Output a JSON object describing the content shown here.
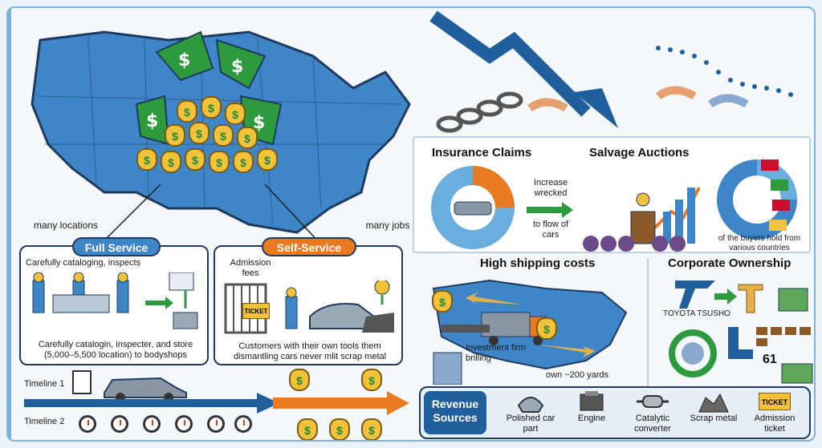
{
  "map_section": {
    "left_label": "many locations",
    "right_label": "many jobs"
  },
  "full_service": {
    "title": "Full Service",
    "top_text": "Carefully cataloging, inspects",
    "bottom_text": "Carefully catalogin, inspecter, and store (5,000–5,500 location) to bodyshops"
  },
  "self_service": {
    "title": "Self-Service",
    "fee_label": "Admission fees",
    "ticket_text": "TICKET",
    "bottom_text": "Customers with their own tools them dismantling cars never mlit scrap metal"
  },
  "timeline": {
    "row1": "Timeline 1",
    "row2": "Timeline 2"
  },
  "insurance": {
    "title": "Insurance Claims",
    "arrow_top": "Increase wrecked",
    "arrow_bottom": "to flow of cars"
  },
  "salvage": {
    "title": "Salvage Auctions",
    "buyers_text": "of the buyers hold from various countries"
  },
  "shipping": {
    "title": "High shipping costs",
    "investment": "Investment firm brilling",
    "yards": "own ~200 yards"
  },
  "corporate": {
    "title": "Corporate Ownership",
    "company": "TOYOTA TSUSHO",
    "count": "61"
  },
  "revenue": {
    "title": "Revenue Sources",
    "items": [
      {
        "label": "Polished car part",
        "icon": "car-part-icon"
      },
      {
        "label": "Engine",
        "icon": "engine-icon"
      },
      {
        "label": "Catalytic converter",
        "icon": "catalytic-converter-icon"
      },
      {
        "label": "Scrap metal",
        "icon": "scrap-metal-icon"
      },
      {
        "label": "Admission ticket",
        "icon": "ticket-icon"
      }
    ],
    "ticket_text": "TICKET"
  },
  "colors": {
    "map_blue": "#3e86c8",
    "money_green": "#2e9a3e",
    "accent_orange": "#e87a22",
    "navy": "#1f3a5f"
  }
}
